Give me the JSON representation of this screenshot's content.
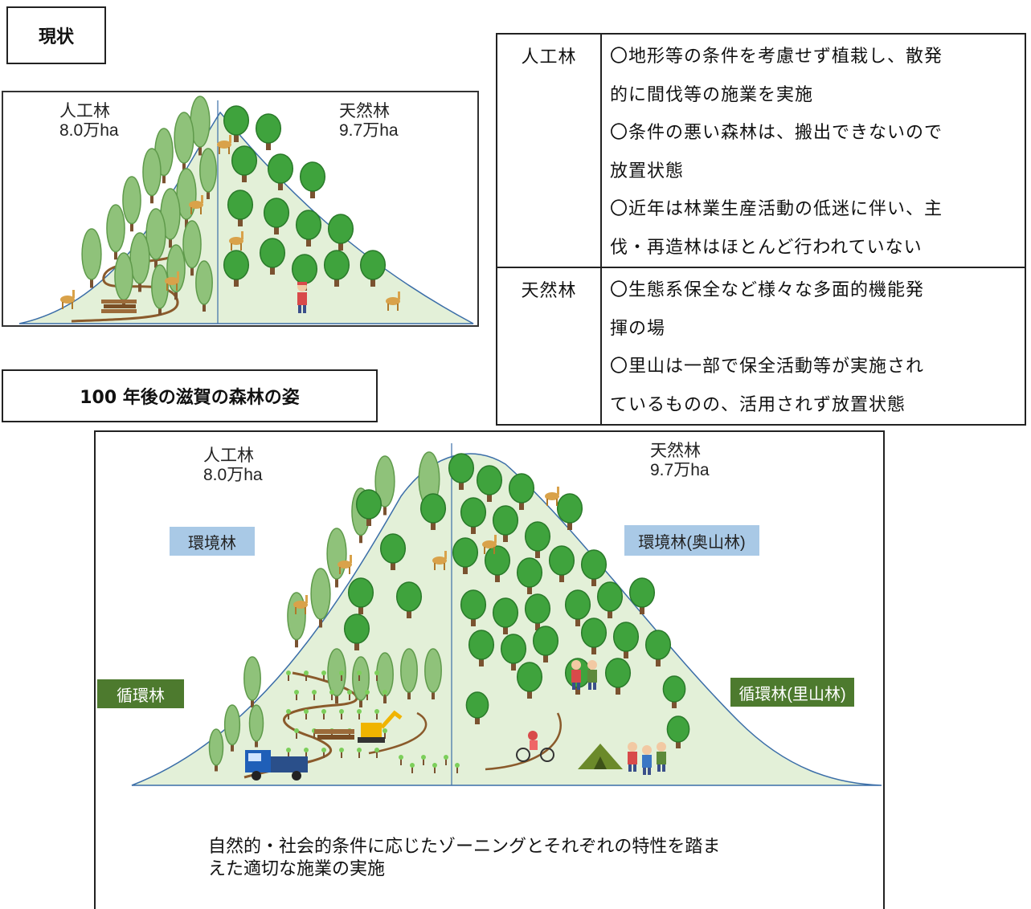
{
  "current": {
    "heading": "現状",
    "artificial_label": "人工林",
    "artificial_area": "8.0万ha",
    "natural_label": "天然林",
    "natural_area": "9.7万ha"
  },
  "future": {
    "heading": "100 年後の滋賀の森林の姿",
    "artificial_label": "人工林",
    "artificial_area": "8.0万ha",
    "natural_label": "天然林",
    "natural_area": "9.7万ha",
    "zone_env_left": "環境林",
    "zone_env_right": "環境林(奥山林)",
    "zone_cyc_left": "循環林",
    "zone_cyc_right": "循環林(里山林)",
    "caption_line1": "自然的・社会的条件に応じたゾーニングとそれぞれの特性を踏ま",
    "caption_line2": "えた適切な施業の実施"
  },
  "table": {
    "rows": [
      {
        "category": "人工林",
        "lines": [
          "〇地形等の条件を考慮せず植栽し、散発",
          "的に間伐等の施業を実施",
          "〇条件の悪い森林は、搬出できないので",
          "放置状態",
          "〇近年は林業生産活動の低迷に伴い、主",
          "伐・再造林はほとんど行われていない"
        ]
      },
      {
        "category": "天然林",
        "lines": [
          "〇生態系保全など様々な多面的機能発",
          "揮の場",
          "〇里山は一部で保全活動等が実施され",
          "ているものの、活用されず放置状態"
        ]
      }
    ]
  },
  "colors": {
    "conifer": "#8fc27a",
    "conifer_dark": "#5f9a4b",
    "broadleaf": "#3fa33d",
    "broadleaf_light": "#7ccf5a",
    "hill_fill": "#e3f0d8",
    "hill_line": "#3b6ea8",
    "path": "#8a5a2b",
    "zone_env": "#a9c9e6",
    "zone_cyc": "#4d7a2e"
  },
  "icons": [
    "deer-icon",
    "hiker-icon",
    "log-pile-icon",
    "excavator-icon",
    "truck-icon",
    "cyclist-icon",
    "tent-icon",
    "sapling-icon"
  ]
}
